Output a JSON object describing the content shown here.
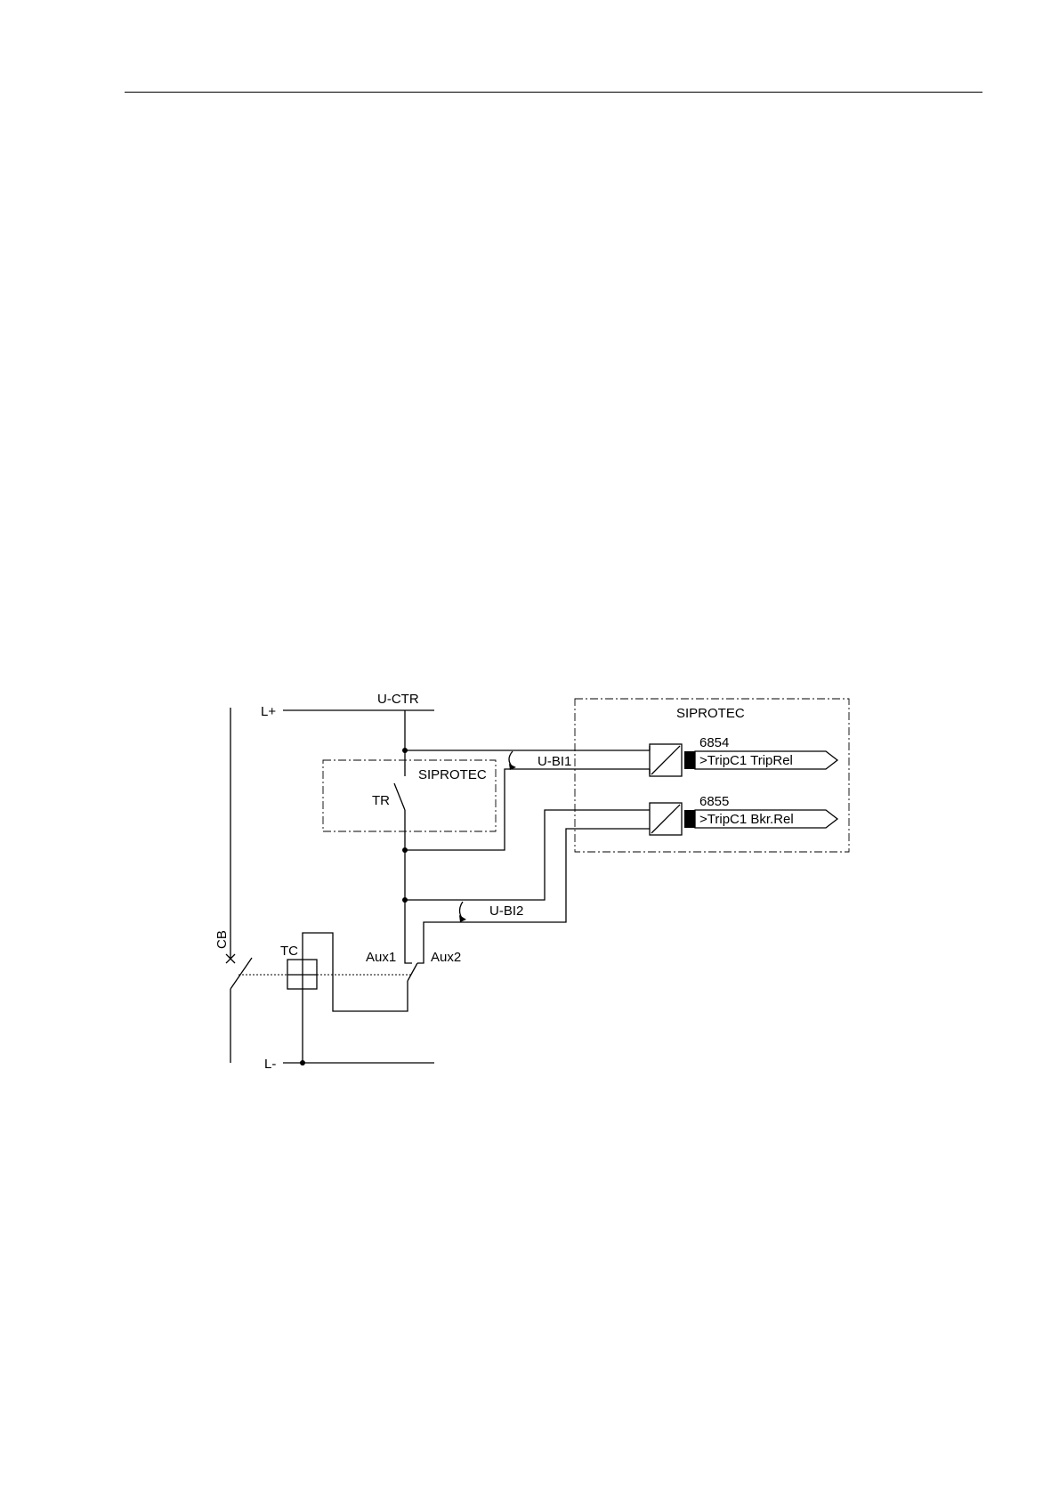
{
  "diagram": {
    "labels": {
      "l_plus": "L+",
      "l_minus": "L-",
      "u_ctr": "U-CTR",
      "siprotec_device": "SIPROTEC",
      "siprotec_trip_relay": "SIPROTEC",
      "tr": "TR",
      "u_bi1": "U-BI1",
      "u_bi2": "U-BI2",
      "cb": "CB",
      "tc": "TC",
      "aux1": "Aux1",
      "aux2": "Aux2"
    },
    "inputs": [
      {
        "number": "6854",
        "signal": ">TripC1 TripRel"
      },
      {
        "number": "6855",
        "signal": ">TripC1 Bkr.Rel"
      }
    ]
  }
}
